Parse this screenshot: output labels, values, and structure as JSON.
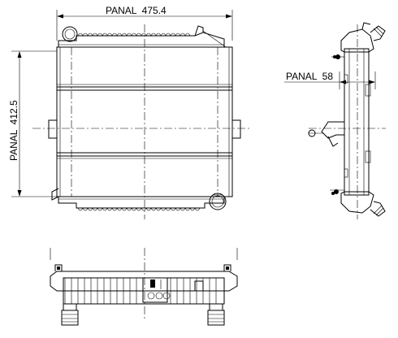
{
  "dimensions": {
    "width_label": "PANAL  475.4",
    "height_label": "PANAL  412.5",
    "depth_label": "PANAL  58"
  }
}
